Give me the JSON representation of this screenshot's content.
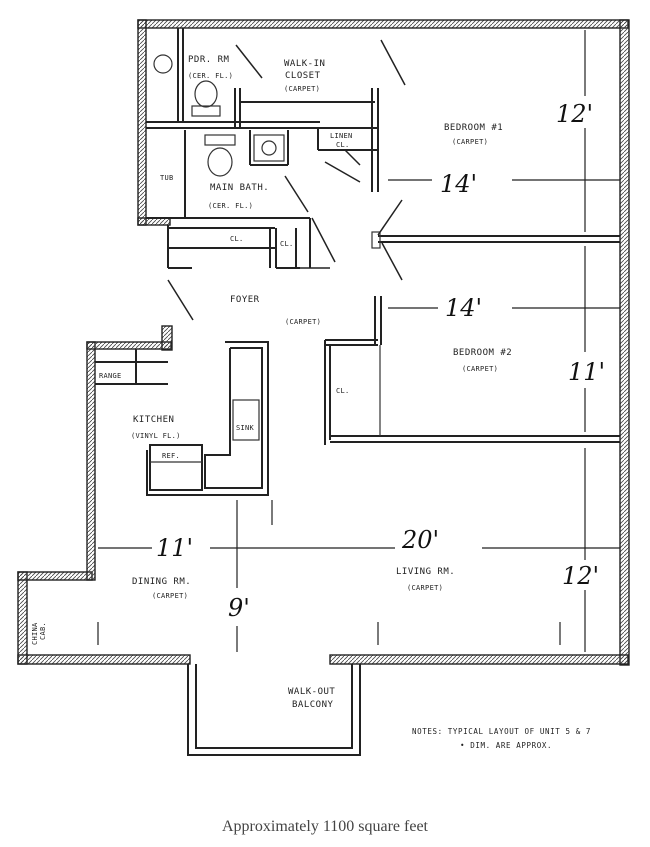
{
  "rooms": {
    "powder_room": [
      "PDR. RM",
      "(CER. FL.)"
    ],
    "walk_in_closet": [
      "WALK-IN",
      "CLOSET",
      "(CARPET)"
    ],
    "linen_closet": [
      "LINEN",
      "CL."
    ],
    "bedroom_1": [
      "BEDROOM #1",
      "(CARPET)"
    ],
    "tub": "TUB",
    "main_bath": [
      "MAIN BATH.",
      "(CER. FL.)"
    ],
    "closet_a": "CL.",
    "closet_b": "CL.",
    "foyer": [
      "FOYER",
      "(CARPET)"
    ],
    "bedroom_2": [
      "BEDROOM #2",
      "(CARPET)"
    ],
    "closet_c": "CL.",
    "range": "RANGE",
    "kitchen": [
      "KITCHEN",
      "(VINYL FL.)"
    ],
    "sink": "SINK",
    "ref": "REF.",
    "china_cab": [
      "CHINA",
      "CAB."
    ],
    "dining": [
      "DINING RM.",
      "(CARPET)"
    ],
    "living": [
      "LIVING RM.",
      "(CARPET)"
    ],
    "balcony": [
      "WALK-OUT",
      "BALCONY"
    ]
  },
  "dimensions": {
    "bed1_height": "12'",
    "bed1_width": "14'",
    "bed2_width": "14'",
    "bed2_height": "11'",
    "kitchen_width": "11'",
    "living_width": "20'",
    "living_height": "12'",
    "dining_depth": "9'"
  },
  "notes": [
    "NOTES: TYPICAL LAYOUT OF UNIT 5 & 7",
    "• DIM. ARE APPROX."
  ],
  "caption": "Approximately 1100 square feet"
}
